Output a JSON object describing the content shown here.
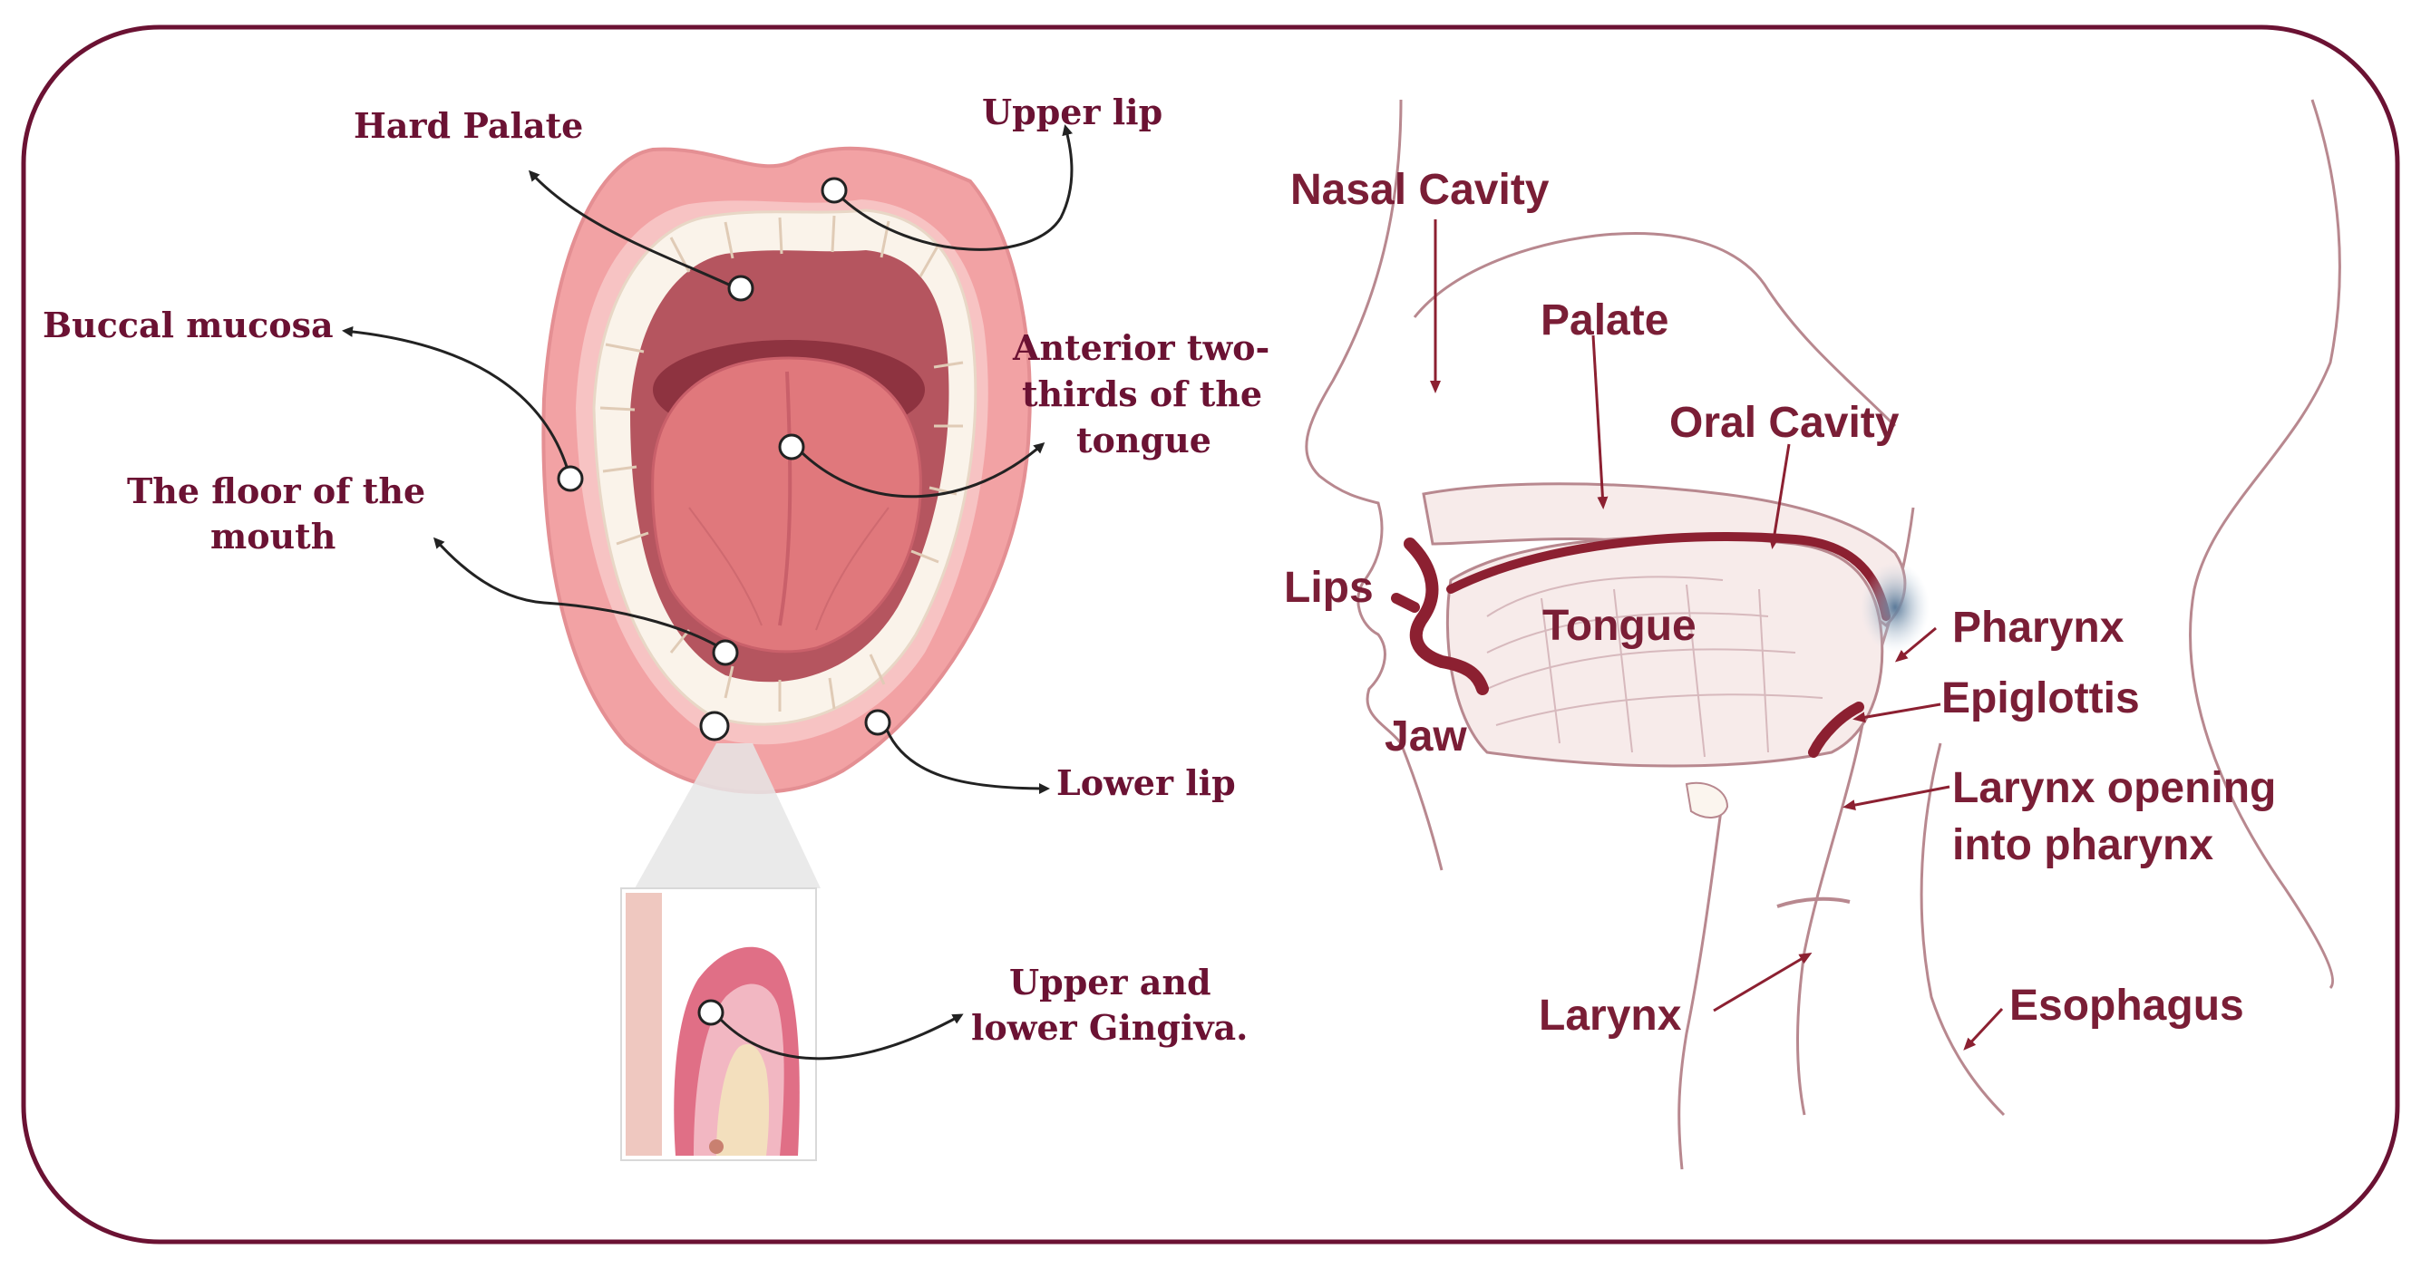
{
  "mouth_labels": {
    "hard_palate": "Hard Palate",
    "upper_lip": "Upper lip",
    "buccal_mucosa": "Buccal mucosa",
    "anterior_tongue": [
      "Anterior two-",
      "thirds of the",
      "tongue"
    ],
    "floor_of_mouth": [
      "The floor of the",
      "mouth"
    ],
    "lower_lip": "Lower lip",
    "gingiva": [
      "Upper and",
      "lower Gingiva."
    ]
  },
  "section_labels": {
    "nasal_cavity": "Nasal Cavity",
    "palate": "Palate",
    "oral_cavity": "Oral Cavity",
    "lips": "Lips",
    "tongue": "Tongue",
    "jaw": "Jaw",
    "pharynx": "Pharynx",
    "epiglottis": "Epiglottis",
    "larynx_opening": [
      "Larynx opening",
      "into pharynx"
    ],
    "larynx": "Larynx",
    "esophagus": "Esophagus"
  },
  "colors": {
    "frame": "#6b1233",
    "serif_label": "#6b1233",
    "sans_label": "#7a1e36",
    "lip": "#f2a2a4",
    "mouth_inside": "#b5555f",
    "tongue": "#e0787c",
    "teeth": "#faf3ea",
    "section_line": "#b8888f",
    "section_fill": "#f7ebea",
    "section_dark": "#8c2031"
  }
}
